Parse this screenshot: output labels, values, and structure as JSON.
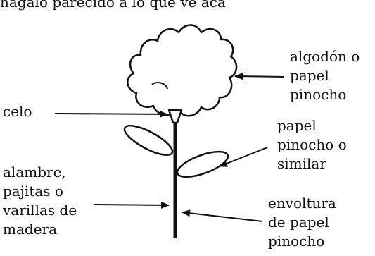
{
  "top_text": "hágalo parecido a lo que ve acá",
  "labels": {
    "cotton": [
      "algodón o",
      "papel",
      "pinocho"
    ],
    "tape": "celo",
    "paper": [
      "papel",
      "pinocho o",
      "similar"
    ],
    "stick": [
      "alambre,",
      "pajitas o",
      "varillas de",
      "madera"
    ],
    "wrap": [
      "envoltura",
      "de papel",
      "pinocho"
    ]
  }
}
